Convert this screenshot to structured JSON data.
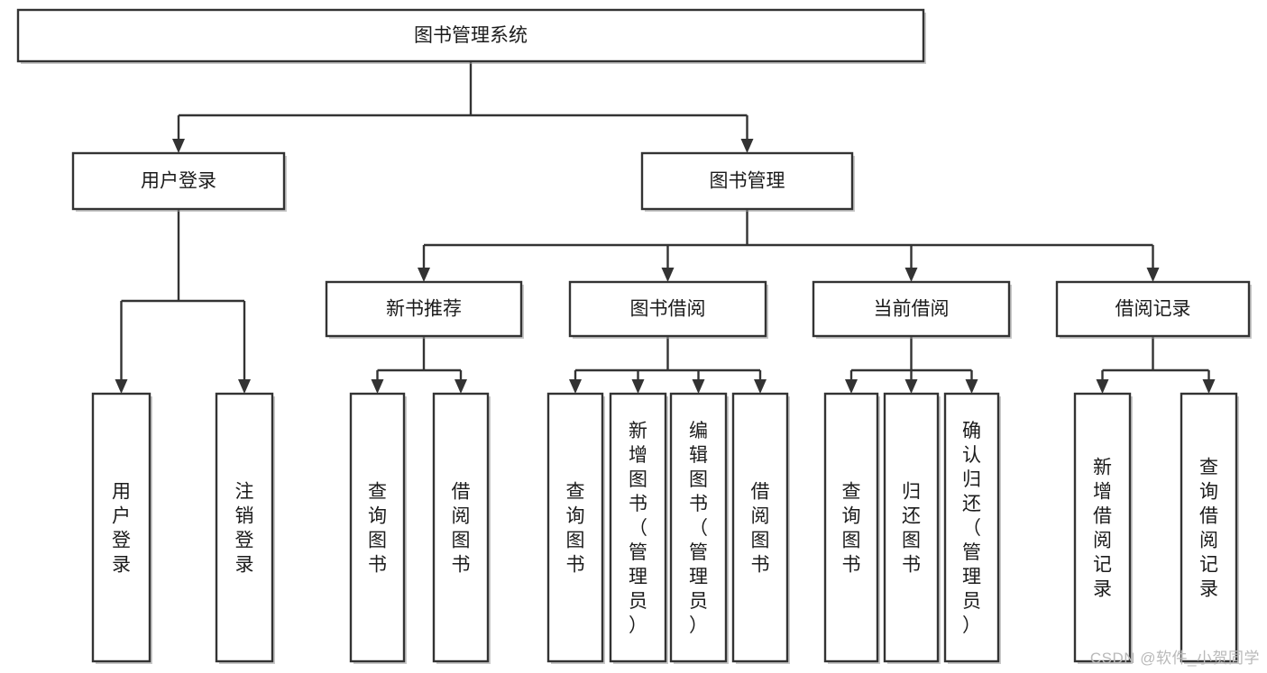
{
  "diagram": {
    "type": "tree",
    "title": "图书管理系统",
    "orientation": "top-down",
    "colors": {
      "stroke": "#333333",
      "fill": "#ffffff",
      "text": "#1b1b1b",
      "watermark": "#b9b9b9",
      "background": "#ffffff"
    },
    "root": {
      "id": "root",
      "label": "图书管理系统",
      "level": 0,
      "orientation": "horizontal"
    },
    "level1": [
      {
        "id": "user-login",
        "label": "用户登录",
        "level": 1,
        "orientation": "horizontal"
      },
      {
        "id": "book-manage",
        "label": "图书管理",
        "level": 1,
        "orientation": "horizontal"
      }
    ],
    "level2": [
      {
        "id": "new-book-recommend",
        "label": "新书推荐",
        "level": 2,
        "orientation": "horizontal",
        "parent": "book-manage"
      },
      {
        "id": "book-borrow",
        "label": "图书借阅",
        "level": 2,
        "orientation": "horizontal",
        "parent": "book-manage"
      },
      {
        "id": "current-borrow",
        "label": "当前借阅",
        "level": 2,
        "orientation": "horizontal",
        "parent": "book-manage"
      },
      {
        "id": "borrow-record",
        "label": "借阅记录",
        "level": 2,
        "orientation": "horizontal",
        "parent": "book-manage"
      }
    ],
    "leaves": [
      {
        "id": "leaf-user-login",
        "label": "用户登录",
        "level": 2,
        "orientation": "vertical",
        "parent": "user-login"
      },
      {
        "id": "leaf-logout-login",
        "label": "注销登录",
        "level": 2,
        "orientation": "vertical",
        "parent": "user-login"
      },
      {
        "id": "leaf-query-book-1",
        "label": "查询图书",
        "level": 3,
        "orientation": "vertical",
        "parent": "new-book-recommend"
      },
      {
        "id": "leaf-borrow-book-1",
        "label": "借阅图书",
        "level": 3,
        "orientation": "vertical",
        "parent": "new-book-recommend"
      },
      {
        "id": "leaf-query-book-2",
        "label": "查询图书",
        "level": 3,
        "orientation": "vertical",
        "parent": "book-borrow"
      },
      {
        "id": "leaf-add-book",
        "label": "新增图书（管理员）",
        "level": 3,
        "orientation": "vertical",
        "parent": "book-borrow"
      },
      {
        "id": "leaf-edit-book",
        "label": "编辑图书（管理员）",
        "level": 3,
        "orientation": "vertical",
        "parent": "book-borrow"
      },
      {
        "id": "leaf-borrow-book-2",
        "label": "借阅图书",
        "level": 3,
        "orientation": "vertical",
        "parent": "book-borrow"
      },
      {
        "id": "leaf-query-book-3",
        "label": "查询图书",
        "level": 3,
        "orientation": "vertical",
        "parent": "current-borrow"
      },
      {
        "id": "leaf-return-book",
        "label": "归还图书",
        "level": 3,
        "orientation": "vertical",
        "parent": "current-borrow"
      },
      {
        "id": "leaf-confirm-return",
        "label": "确认归还（管理员）",
        "level": 3,
        "orientation": "vertical",
        "parent": "current-borrow"
      },
      {
        "id": "leaf-add-record",
        "label": "新增借阅记录",
        "level": 3,
        "orientation": "vertical",
        "parent": "borrow-record"
      },
      {
        "id": "leaf-query-record",
        "label": "查询借阅记录",
        "level": 3,
        "orientation": "vertical",
        "parent": "borrow-record"
      }
    ]
  },
  "watermark": {
    "label": "CSDN @软件_小贺同学"
  }
}
